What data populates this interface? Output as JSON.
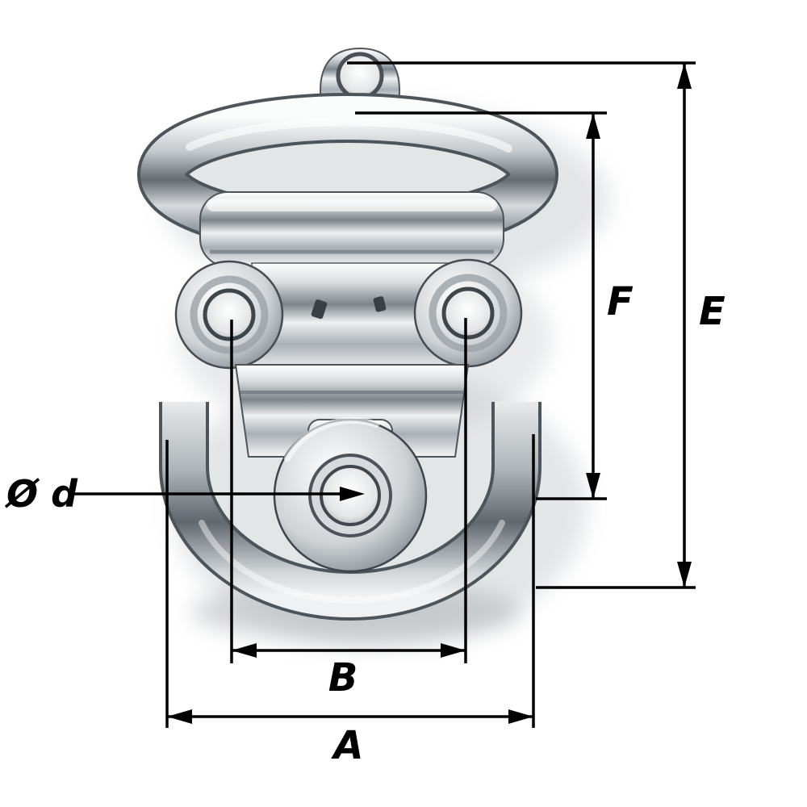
{
  "diagram": {
    "subject": "folding pad eye technical dimension drawing",
    "background_color": "#ffffff",
    "line_color": "#000000",
    "labels": {
      "overall_height": "E",
      "ring_height": "F",
      "pin_diameter": "Ø d",
      "hole_spacing": "B",
      "overall_width": "A"
    }
  }
}
